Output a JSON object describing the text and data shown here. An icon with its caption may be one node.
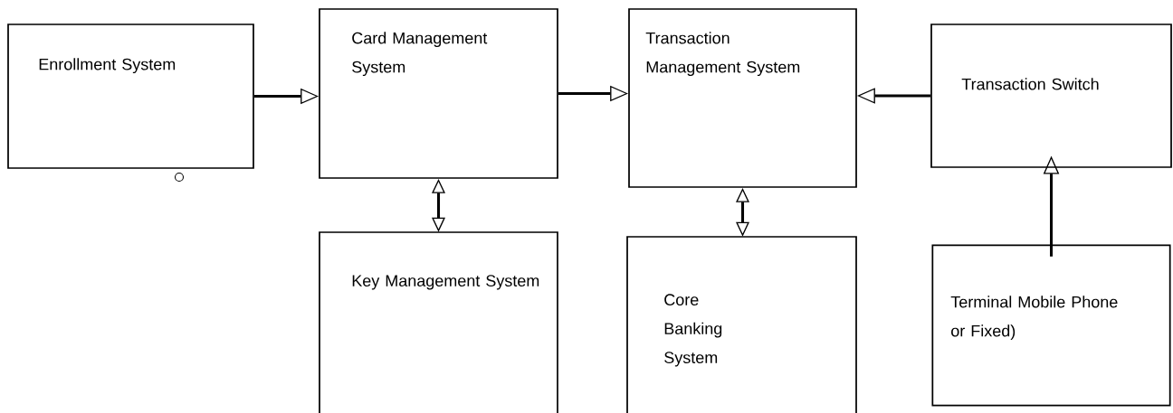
{
  "diagram": {
    "nodes": [
      {
        "text": [
          "Enrollment System"
        ]
      },
      {
        "text": [
          "Card Management System"
        ]
      },
      {
        "text": [
          "Transaction Management System"
        ]
      },
      {
        "text": [
          "Transaction Switch"
        ]
      },
      {
        "text": [
          "Key Management System"
        ]
      },
      {
        "text": [
          "Core Banking System"
        ]
      },
      {
        "text": [
          "Terminal Mobile Phone or Fixed)"
        ]
      }
    ],
    "edges": [
      {
        "from": 0,
        "to": 1,
        "arrow": "to"
      },
      {
        "from": 1,
        "to": 2,
        "arrow": "to"
      },
      {
        "from": 3,
        "to": 2,
        "arrow": "to"
      },
      {
        "from": 6,
        "to": 3,
        "arrow": "to"
      },
      {
        "from": 1,
        "to": 4,
        "arrow": "both"
      },
      {
        "from": 2,
        "to": 5,
        "arrow": "both"
      }
    ]
  }
}
